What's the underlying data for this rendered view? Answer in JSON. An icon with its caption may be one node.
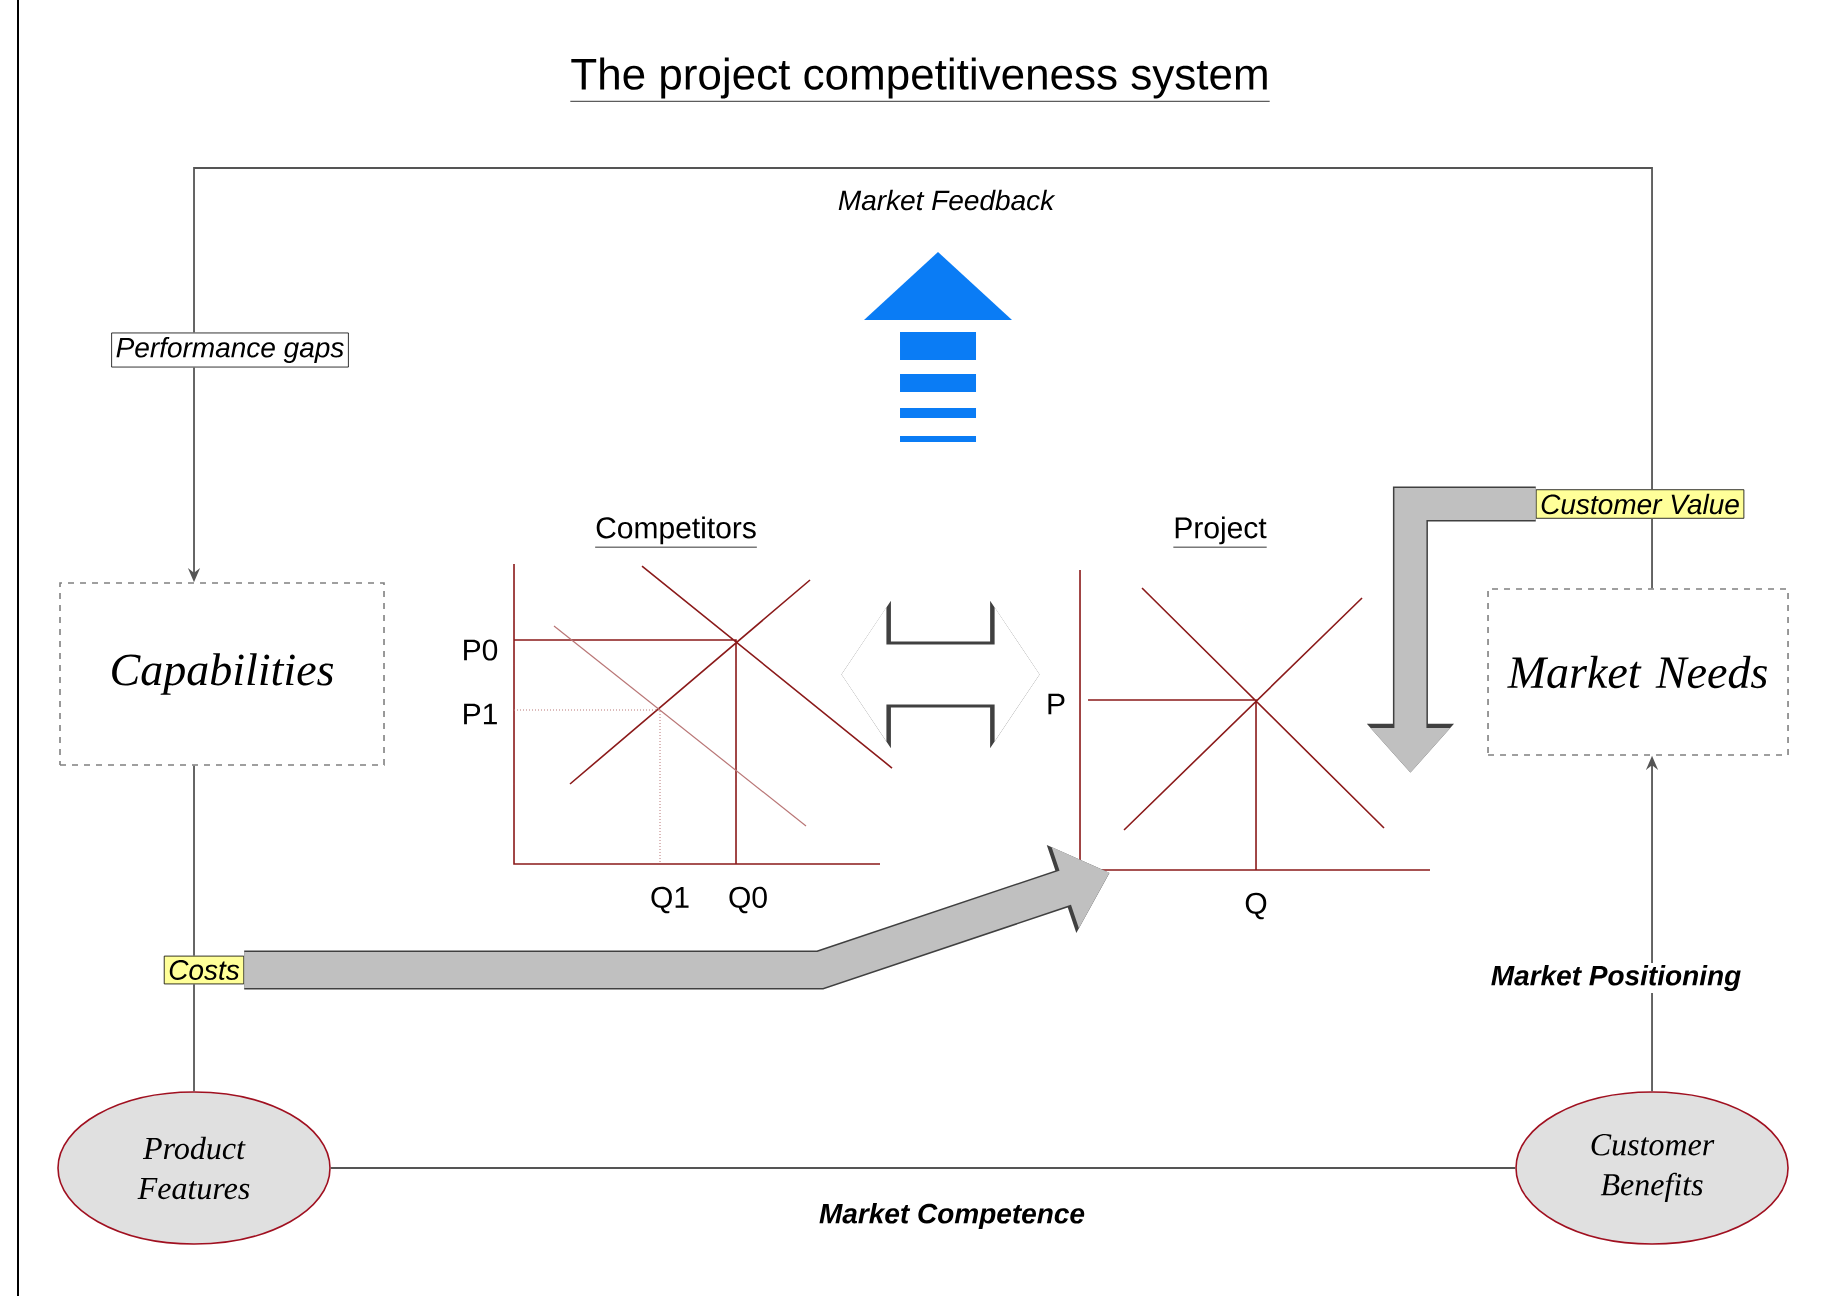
{
  "diagram": {
    "title": "The project competitiveness system",
    "nodes": [
      {
        "text": [
          "Performance gaps"
        ]
      },
      {
        "text": [
          "Customer Value"
        ]
      },
      {
        "text": [
          "Competitors",
          "P0",
          "P1",
          "Q1",
          "Q0"
        ]
      },
      {
        "text": [
          "Project",
          "P",
          "Q"
        ]
      },
      {
        "text": [
          "Capabilities"
        ]
      },
      {
        "text": [
          "Market Needs"
        ]
      },
      {
        "text": [
          "Costs"
        ]
      },
      {
        "text": [
          "Product Features"
        ]
      },
      {
        "text": [
          "Customer Benefits"
        ]
      }
    ],
    "edges": [
      {
        "from": 5,
        "to": 1,
        "arrow": "none"
      },
      {
        "from": 1,
        "to": 0,
        "arrow": "none",
        "label": "Market Feedback"
      },
      {
        "from": 0,
        "to": 4,
        "arrow": "to"
      },
      {
        "from": 4,
        "to": 6,
        "arrow": "none"
      },
      {
        "from": 6,
        "to": 7,
        "arrow": "none"
      },
      {
        "from": 7,
        "to": 8,
        "arrow": "none",
        "label": "Market Competence"
      },
      {
        "from": 8,
        "to": 5,
        "arrow": "to",
        "label": "Market Positioning"
      },
      {
        "from": 2,
        "to": 3,
        "arrow": "both",
        "style": "thick",
        "color": "#ffffff"
      },
      {
        "from": 6,
        "to": 3,
        "arrow": "to",
        "style": "thick",
        "color": "#c0c0c0"
      },
      {
        "from": 1,
        "to": 3,
        "arrow": "to",
        "style": "thick",
        "color": "#c0c0c0"
      }
    ]
  }
}
